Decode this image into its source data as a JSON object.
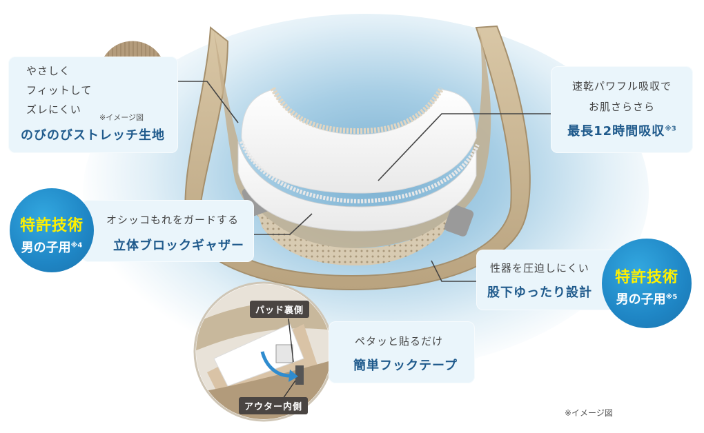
{
  "stretch_callout": {
    "line1": "やさしく",
    "line2": "フィットして",
    "line3": "ズレにくい",
    "image_note": "※イメージ図",
    "headline": "のびのびストレッチ生地"
  },
  "absorb_callout": {
    "line1": "速乾パワフル吸収で",
    "line2": "お肌さらさら",
    "headline": "最長12時間吸収",
    "note": "※3"
  },
  "gather_callout": {
    "line1": "オシッコもれをガードする",
    "headline": "立体ブロックギャザー"
  },
  "badge_left": {
    "line1": "特許技術",
    "line2": "男の子用",
    "note": "※4"
  },
  "crotch_callout": {
    "line1": "性器を圧迫しにくい",
    "headline": "股下ゆったり設計"
  },
  "badge_right": {
    "line1": "特許技術",
    "line2": "男の子用",
    "note": "※5"
  },
  "hook_callout": {
    "line1": "ペタッと貼るだけ",
    "headline": "簡単フックテープ"
  },
  "tags": {
    "pad_back": "パッド裏側",
    "outer_inner": "アウター内側"
  },
  "footnote": "※イメージ図",
  "colors": {
    "accent_blue": "#1f5a8c",
    "badge_blue": "#1f86c5",
    "badge_yellow": "#fff000",
    "callout_bg": "#eaf5fb",
    "fabric_beige": "#cbb796"
  }
}
